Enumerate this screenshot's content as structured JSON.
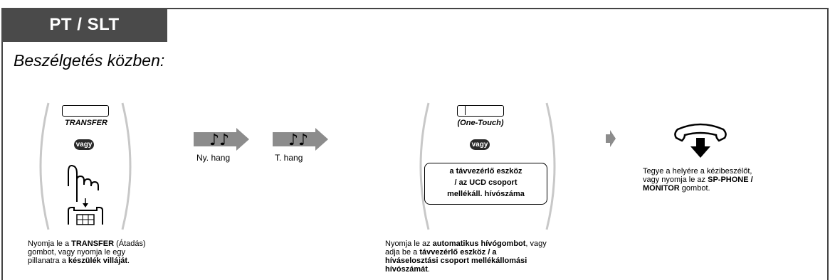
{
  "header": {
    "tab_title": "PT / SLT",
    "subtitle": "Beszélgetés közben:"
  },
  "step1": {
    "key_label": "TRANSFER",
    "or_label": "vagy",
    "caption_part1": "Nyomja le a ",
    "caption_bold1": "TRANSFER",
    "caption_part2": " (Átadás)",
    "caption_line2": "gombot, vagy nyomja le egy",
    "caption_line3a": "pillanatra a ",
    "caption_bold2": "készülék villáját",
    "caption_line3b": "."
  },
  "tones": {
    "first_label": "Ny. hang",
    "second_label": "T. hang"
  },
  "step2": {
    "key_label": "(One-Touch)",
    "or_label": "vagy",
    "box_line1": "a távvezérlő eszköz",
    "box_line2": "/ az UCD csoport",
    "box_line3": "mellékáll. hívószáma",
    "caption_line1a": "Nyomja le az ",
    "caption_bold1": "automatikus hívógombot",
    "caption_line1b": ", vagy",
    "caption_line2a": "adja be a ",
    "caption_bold2": "távvezérlő eszköz / a",
    "caption_bold3": "híváselosztási csoport mellékállomási",
    "caption_bold4": "hívószámát",
    "caption_line4b": "."
  },
  "step3": {
    "caption_line1": "Tegye a helyére a kézibeszélőt,",
    "caption_line2a": "vagy nyomja le az ",
    "caption_bold1": "SP-PHONE /",
    "caption_bold2": "MONITOR",
    "caption_line3b": " gombot."
  },
  "colors": {
    "tab_bg": "#4a4a4a",
    "arrow": "#8c8c8c",
    "paren": "#c8c8c8"
  }
}
